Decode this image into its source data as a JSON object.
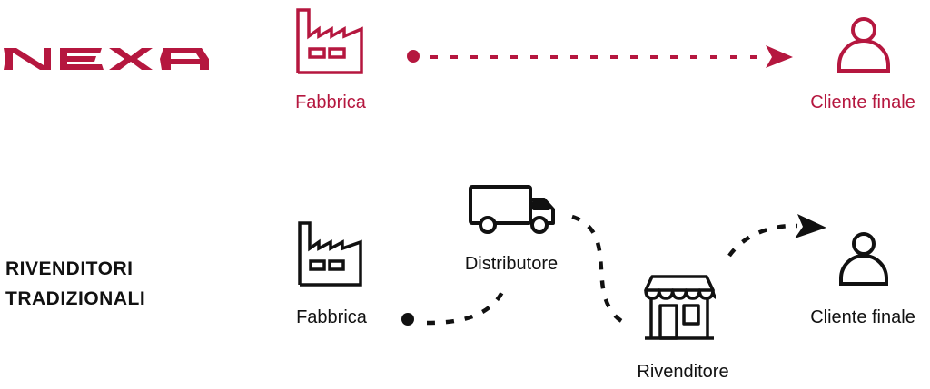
{
  "brand": {
    "name": "NEXA",
    "color": "#b5173f"
  },
  "top_flow": {
    "nodes": [
      {
        "label": "Fabbrica",
        "icon": "factory-icon"
      },
      {
        "label": "Cliente finale",
        "icon": "person-icon"
      }
    ],
    "connector": "dotted-straight-arrow"
  },
  "bottom_flow": {
    "title_line1": "RIVENDITORI",
    "title_line2": "TRADIZIONALI",
    "nodes": [
      {
        "label": "Fabbrica",
        "icon": "factory-icon"
      },
      {
        "label": "Distributore",
        "icon": "truck-icon"
      },
      {
        "label": "Rivenditore",
        "icon": "store-icon"
      },
      {
        "label": "Cliente finale",
        "icon": "person-icon"
      }
    ],
    "connector": "dotted-curved-arrow",
    "color": "#111111"
  }
}
